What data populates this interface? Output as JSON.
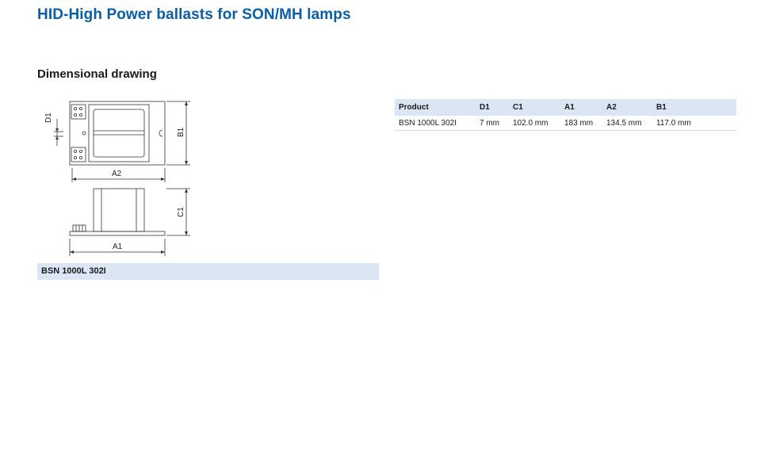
{
  "page": {
    "title": "HID-High Power ballasts for SON/MH lamps",
    "section_title": "Dimensional drawing"
  },
  "drawing": {
    "labels": {
      "d1": "D1",
      "b1": "B1",
      "a2": "A2",
      "c1": "C1",
      "a1": "A1"
    },
    "caption": "BSN 1000L 302I"
  },
  "spec_table": {
    "headers": [
      "Product",
      "D1",
      "C1",
      "A1",
      "A2",
      "B1"
    ],
    "rows": [
      [
        "BSN 1000L 302I",
        "7 mm",
        "102.0 mm",
        "183 mm",
        "134.5 mm",
        "117.0 mm"
      ]
    ]
  },
  "colors": {
    "title": "#0b5ea8",
    "header_band": "#dbe6f4"
  }
}
